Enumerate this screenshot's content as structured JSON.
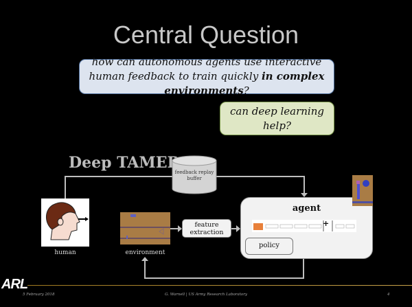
{
  "slide": {
    "title": "Central Question",
    "question": {
      "prefix": "how can autonomous agents use interactive human feedback to train quickly ",
      "emphasis": "in complex environments",
      "suffix": "?"
    },
    "subquestion": "can deep learning help?",
    "diagram": {
      "heading": "Deep TAMER",
      "buffer_label": "feedback replay buffer",
      "human_label": "human",
      "environment_label": "environment",
      "feature_label": "feature extraction",
      "agent_label": "agent",
      "policy_label": "policy",
      "plus_sign": "+"
    },
    "footer": {
      "logo": "ARL",
      "date": "5 February 2018",
      "author": "G. Warnell | US Army Research Laboratory",
      "page": "4"
    },
    "colors": {
      "question_fill": "#dde4ef",
      "subquestion_fill": "#dfe7c5",
      "accent_gold": "#c9a34a"
    }
  }
}
